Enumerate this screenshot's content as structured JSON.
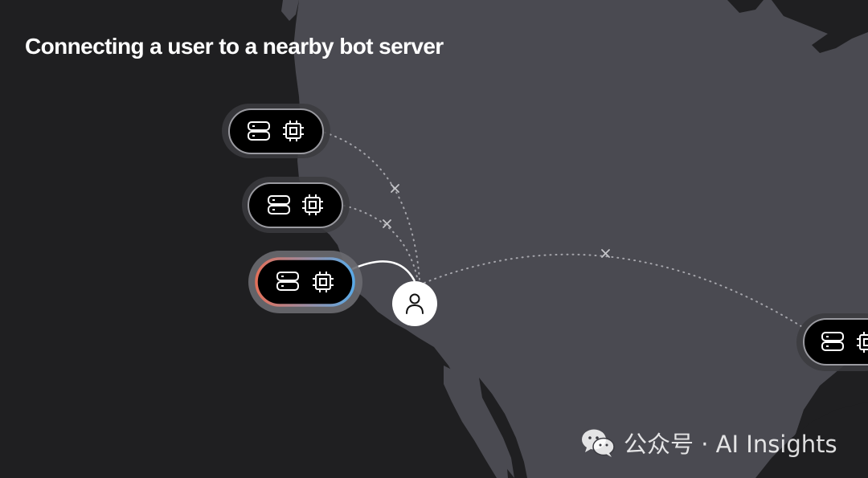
{
  "title": "Connecting a user to a nearby bot server",
  "watermark": {
    "text": "公众号 · AI Insights",
    "logo": "wechat-logo"
  },
  "nodes": {
    "server_icons": [
      "server-icon",
      "cpu-chip-icon"
    ],
    "user_icon": "user-icon",
    "selected_gradient": [
      "#e3705a",
      "#5aa9e6"
    ]
  },
  "colors": {
    "ocean": "#1f1f21",
    "land": "#4a4a51",
    "pill_fill": "#000000",
    "halo": "#3b3b3e",
    "dotted_link": "#a5a5ab",
    "active_link": "#ffffff"
  }
}
